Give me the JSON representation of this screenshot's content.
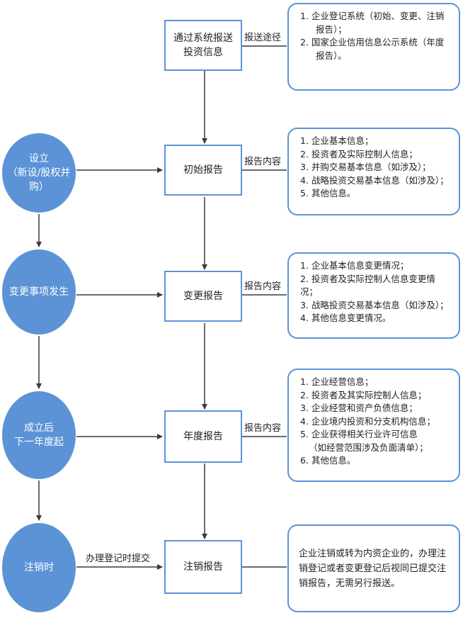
{
  "circles": [
    {
      "line1": "设立",
      "line2": "（新设/股权并购）"
    },
    {
      "line1": "变更事项发生",
      "line2": ""
    },
    {
      "line1": "成立后",
      "line2": "下一年度起"
    },
    {
      "line1": "注销时",
      "line2": ""
    }
  ],
  "boxes": [
    {
      "line1": "通过系统报送",
      "line2": "投资信息"
    },
    {
      "line1": "初始报告",
      "line2": ""
    },
    {
      "line1": "变更报告",
      "line2": ""
    },
    {
      "line1": "年度报告",
      "line2": ""
    },
    {
      "line1": "注销报告",
      "line2": ""
    }
  ],
  "labels": {
    "route": "报送途径",
    "content1": "报告内容",
    "content2": "报告内容",
    "content3": "报告内容",
    "cancel": "办理登记时提交"
  },
  "notes": {
    "route": [
      "1. 企业登记系统（初始、变更、注销",
      "报告）；",
      "2. 国家企业信用信息公示系统（年度",
      "报告）。"
    ],
    "initial": [
      "1. 企业基本信息；",
      "2. 投资者及实际控制人信息；",
      "3. 并购交易基本信息（如涉及）；",
      "4. 战略投资交易基本信息（如涉及）；",
      "5. 其他信息。"
    ],
    "change": [
      "1. 企业基本信息变更情况；",
      "2. 投资者及实际控制人信息变更情况；",
      "3. 战略投资交易基本信息（如涉及）；",
      "4. 其他信息变更情况。"
    ],
    "annual": [
      "1. 企业经营信息；",
      "2. 投资者及其实际控制人信息；",
      "3. 企业经营和资产负债信息；",
      "4. 企业境内投资和分支机构信息；",
      "5. 企业获得相关行业许可信息",
      "（如经营范围涉及负面清单）；",
      "6. 其他信息。"
    ],
    "cancel": "企业注销或转为内资企业的，办理注销登记或者变更登记后视同已提交注销报告，无需另行报送。"
  }
}
